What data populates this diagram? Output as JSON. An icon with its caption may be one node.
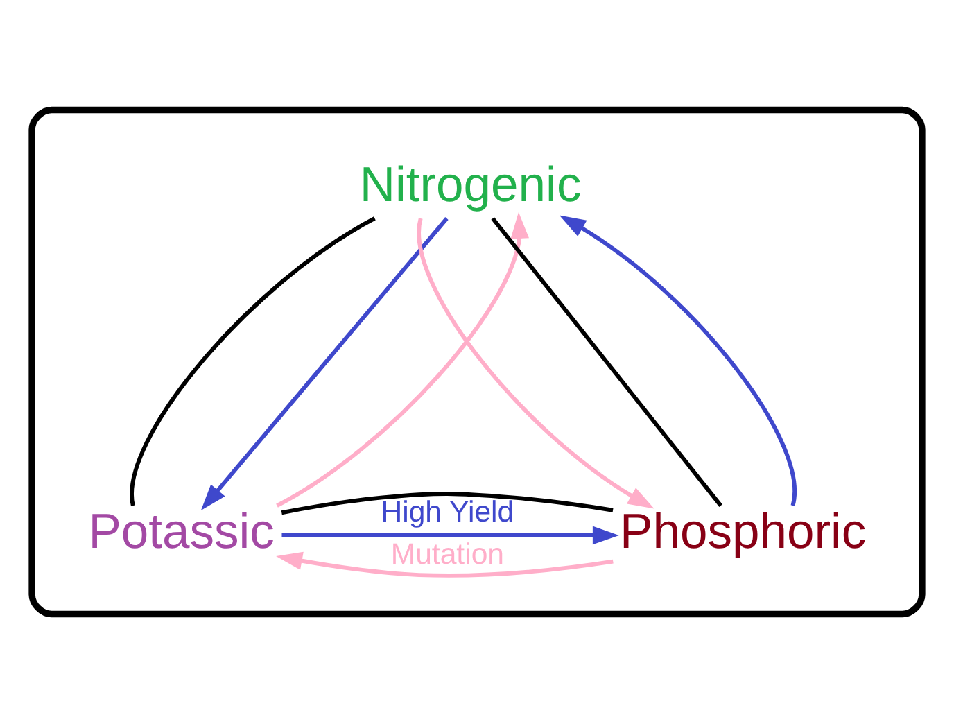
{
  "diagram": {
    "nodes": [
      {
        "text": [],
        "shape": "box"
      },
      {
        "text": [
          "Nitrogenic"
        ],
        "in": 0
      },
      {
        "text": [
          "Potassic"
        ],
        "in": 0
      },
      {
        "text": [
          "Phosphoric"
        ],
        "in": 0
      }
    ],
    "edges": [
      {
        "from": 1,
        "to": 2,
        "arrow": "none",
        "color": "#000000"
      },
      {
        "from": 2,
        "to": 3,
        "arrow": "none",
        "color": "#000000"
      },
      {
        "from": 3,
        "to": 1,
        "arrow": "none",
        "color": "#000000"
      },
      {
        "from": 1,
        "to": 2,
        "arrow": "to",
        "color": "#3f48cc"
      },
      {
        "from": 2,
        "to": 3,
        "arrow": "to",
        "label": "High Yield",
        "color": "#3f48cc"
      },
      {
        "from": 3,
        "to": 1,
        "arrow": "to",
        "color": "#3f48cc"
      },
      {
        "from": 2,
        "to": 1,
        "arrow": "to",
        "color": "#ffaec9"
      },
      {
        "from": 1,
        "to": 3,
        "arrow": "to",
        "color": "#ffaec9"
      },
      {
        "from": 3,
        "to": 2,
        "arrow": "to",
        "label": "Mutation",
        "color": "#ffaec9"
      }
    ]
  }
}
